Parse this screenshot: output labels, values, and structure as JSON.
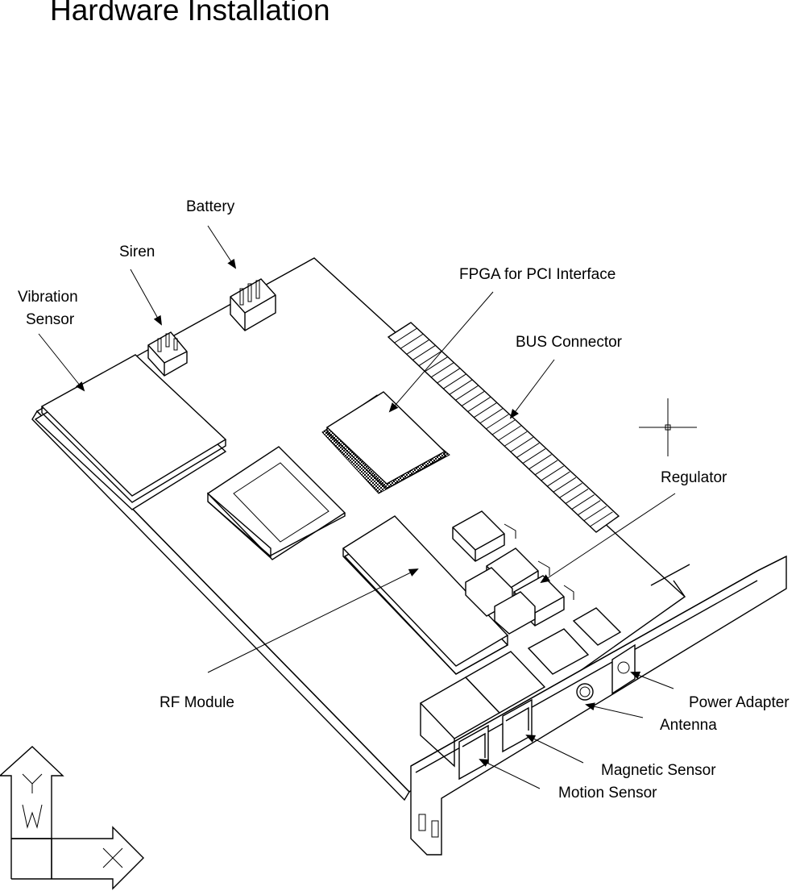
{
  "title": "Hardware Installation",
  "labels": {
    "battery": "Battery",
    "siren": "Siren",
    "vibration_sensor_line1": "Vibration",
    "vibration_sensor_line2": "Sensor",
    "fpga": "FPGA for PCI Interface",
    "bus_connector": "BUS Connector",
    "regulator": "Regulator",
    "rf_module": "RF Module",
    "power_adapter": "Power Adapter",
    "antenna": "Antenna",
    "magnetic_sensor": "Magnetic Sensor",
    "motion_sensor": "Motion Sensor"
  },
  "ucs_icon": {
    "y_axis_letter": "Y",
    "w_letter": "W",
    "x_axis_letter": "X"
  }
}
